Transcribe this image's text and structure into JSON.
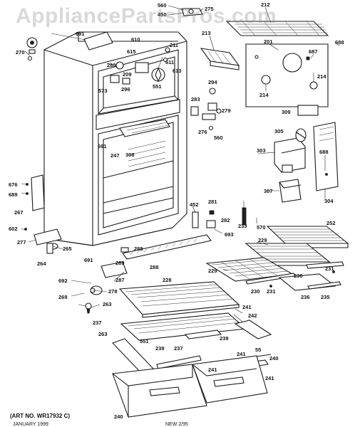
{
  "watermark": "AppliancePartsPros.com",
  "art_number": "(ART NO. WR17932 C)",
  "footer_left": "JANUARY 1999",
  "footer_right": "NEW 2/95",
  "callouts": [
    {
      "id": "c560",
      "label": "560"
    },
    {
      "id": "c450",
      "label": "450"
    },
    {
      "id": "c275",
      "label": "275"
    },
    {
      "id": "c212",
      "label": "212"
    },
    {
      "id": "c213",
      "label": "213"
    },
    {
      "id": "c201",
      "label": "201"
    },
    {
      "id": "c687",
      "label": "687"
    },
    {
      "id": "c688a",
      "label": "688"
    },
    {
      "id": "c214a",
      "label": "214"
    },
    {
      "id": "c214b",
      "label": "214"
    },
    {
      "id": "c309",
      "label": "309"
    },
    {
      "id": "c270",
      "label": "270"
    },
    {
      "id": "c691a",
      "label": "691"
    },
    {
      "id": "c615",
      "label": "615"
    },
    {
      "id": "c610",
      "label": "610"
    },
    {
      "id": "c211",
      "label": "211"
    },
    {
      "id": "c280",
      "label": "280"
    },
    {
      "id": "c209",
      "label": "209"
    },
    {
      "id": "c611",
      "label": "611"
    },
    {
      "id": "c613",
      "label": "613"
    },
    {
      "id": "c573",
      "label": "573"
    },
    {
      "id": "c296",
      "label": "296"
    },
    {
      "id": "c551a",
      "label": "551"
    },
    {
      "id": "c294",
      "label": "294"
    },
    {
      "id": "c279",
      "label": "279"
    },
    {
      "id": "c283",
      "label": "283"
    },
    {
      "id": "c276",
      "label": "276"
    },
    {
      "id": "c560b",
      "label": "560"
    },
    {
      "id": "c305",
      "label": "305"
    },
    {
      "id": "c303",
      "label": "303"
    },
    {
      "id": "c688b",
      "label": "688"
    },
    {
      "id": "c304",
      "label": "304"
    },
    {
      "id": "c307",
      "label": "307"
    },
    {
      "id": "c691b",
      "label": "691"
    },
    {
      "id": "c247",
      "label": "247"
    },
    {
      "id": "c308",
      "label": "308"
    },
    {
      "id": "c676",
      "label": "676"
    },
    {
      "id": "c689",
      "label": "689"
    },
    {
      "id": "c267",
      "label": "267"
    },
    {
      "id": "c602",
      "label": "602"
    },
    {
      "id": "c277",
      "label": "277"
    },
    {
      "id": "c265",
      "label": "265"
    },
    {
      "id": "c264",
      "label": "264"
    },
    {
      "id": "c452",
      "label": "452"
    },
    {
      "id": "c281",
      "label": "281"
    },
    {
      "id": "c282",
      "label": "282"
    },
    {
      "id": "c693",
      "label": "693"
    },
    {
      "id": "c233",
      "label": "233"
    },
    {
      "id": "c570",
      "label": "570"
    },
    {
      "id": "c252",
      "label": "252"
    },
    {
      "id": "c229a",
      "label": "229"
    },
    {
      "id": "c229b",
      "label": "229"
    },
    {
      "id": "c691c",
      "label": "691"
    },
    {
      "id": "c289",
      "label": "289"
    },
    {
      "id": "c288a",
      "label": "288"
    },
    {
      "id": "c288b",
      "label": "288"
    },
    {
      "id": "c287",
      "label": "287"
    },
    {
      "id": "c692",
      "label": "692"
    },
    {
      "id": "c278",
      "label": "278"
    },
    {
      "id": "c269",
      "label": "269"
    },
    {
      "id": "c263a",
      "label": "263"
    },
    {
      "id": "c228",
      "label": "228"
    },
    {
      "id": "c230a",
      "label": "230"
    },
    {
      "id": "c231a",
      "label": "231"
    },
    {
      "id": "c230b",
      "label": "230"
    },
    {
      "id": "c231b",
      "label": "231"
    },
    {
      "id": "c236",
      "label": "236"
    },
    {
      "id": "c235",
      "label": "235"
    },
    {
      "id": "c237a",
      "label": "237"
    },
    {
      "id": "c263b",
      "label": "263"
    },
    {
      "id": "c242",
      "label": "242"
    },
    {
      "id": "c241a",
      "label": "241"
    },
    {
      "id": "c551b",
      "label": "551"
    },
    {
      "id": "c239a",
      "label": "239"
    },
    {
      "id": "c237b",
      "label": "237"
    },
    {
      "id": "c239b",
      "label": "239"
    },
    {
      "id": "c55",
      "label": "55"
    },
    {
      "id": "c241b",
      "label": "241"
    },
    {
      "id": "c240a",
      "label": "240"
    },
    {
      "id": "c241c",
      "label": "241"
    },
    {
      "id": "c241d",
      "label": "241"
    },
    {
      "id": "c240b",
      "label": "240"
    }
  ]
}
